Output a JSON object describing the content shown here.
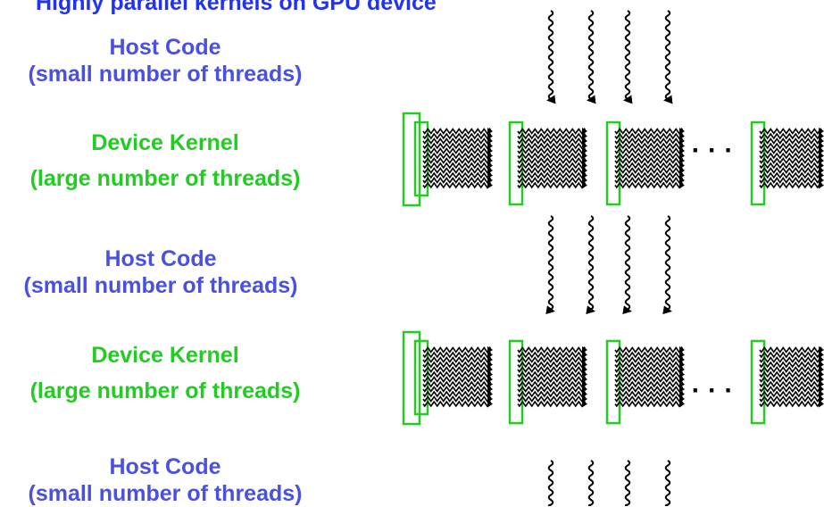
{
  "title": "Highly parallel kernels on GPU device",
  "stages": [
    {
      "kind": "host",
      "label_line1": "Host Code",
      "label_line2": "(small number of threads)"
    },
    {
      "kind": "device",
      "label_line1": "Device Kernel",
      "label_line2": "(large number of threads)"
    },
    {
      "kind": "host",
      "label_line1": "Host Code",
      "label_line2": "(small number of threads)"
    },
    {
      "kind": "device",
      "label_line1": "Device Kernel",
      "label_line2": "(large number of threads)"
    },
    {
      "kind": "host",
      "label_line1": "Host Code",
      "label_line2": "(small number of threads)"
    }
  ],
  "ellipsis": "· · ·",
  "colors": {
    "host_label": "#4a50e0",
    "device_label": "#22cc22",
    "block_outline": "#22cc22",
    "threads": "#000000",
    "title": "#2233ee"
  }
}
